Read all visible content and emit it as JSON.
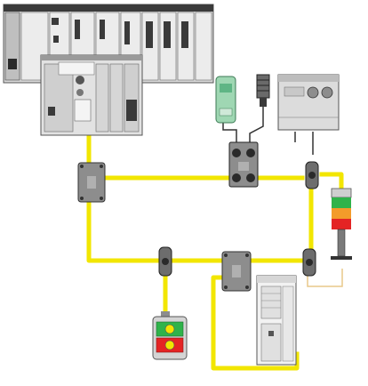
{
  "diagram": {
    "description_visible_text": "",
    "colors": {
      "bus_cable": "#f2e600",
      "device_gray": "#c9c9c9",
      "device_dark": "#2f2f2f",
      "panel_light": "#e6e6e6",
      "accent_green": "#2fb34a",
      "accent_red": "#e42424",
      "accent_orange": "#f39b2a",
      "accent_blue": "#5ea7d8",
      "sensor_green": "#9fd7b3"
    },
    "icons": [
      "plc-rack",
      "plc-cpu-module",
      "tap-junction-box",
      "inline-connector",
      "green-sensor",
      "inductive-proximity-sensor",
      "gray-motor-starter",
      "distribution-box",
      "signal-tower",
      "pushbutton-station",
      "drive-controller"
    ]
  }
}
